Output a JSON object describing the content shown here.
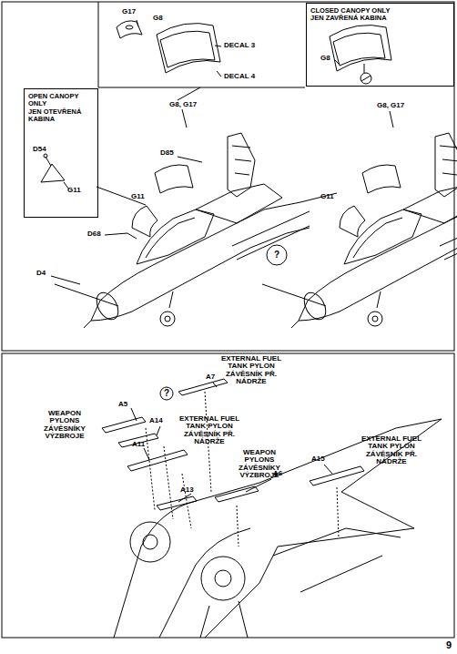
{
  "diagram": {
    "nodes": [
      {
        "text": [
          "CLOSED CANOPY ONLY",
          "JEN ZAVŘENÁ KABINA"
        ]
      },
      {
        "text": [
          "OPEN CANOPY ONLY",
          "JEN OTEVŘENÁ KABINA"
        ]
      }
    ],
    "labels": [
      "G17",
      "G8",
      "DECAL 3",
      "DECAL 4",
      "G8",
      "D54",
      "G11",
      "G8, G17",
      "D85",
      "G11",
      "D68",
      "D4",
      "?",
      "G8, G17",
      "G11",
      "A7",
      "?",
      "EXTERNAL FUEL TANK PYLON ZÁVĚSNÍK PŘ. NÁDRŽE",
      "A5",
      "WEAPON PYLONS ZÁVĚSNÍKY VÝZBROJE",
      "A14",
      "EXTERNAL FUEL TANK PYLON ZÁVĚSNÍK PŘ. NÁDRŽE",
      "A11",
      "A13",
      "WEAPON PYLONS ZÁVĚSNÍKY VÝZBROJE",
      "A6",
      "EXTERNAL FUEL TANK PYLON ZÁVĚSNÍK PŘ. NÁDRŽE",
      "A15",
      "9"
    ]
  }
}
